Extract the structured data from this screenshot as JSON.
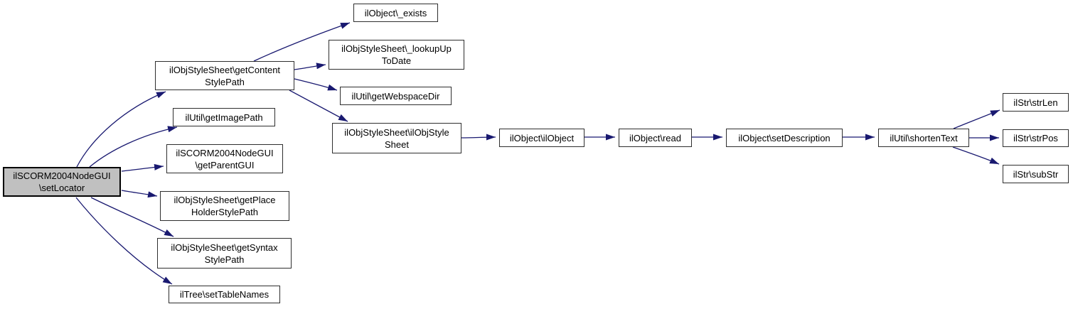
{
  "diagram": {
    "kind": "call-graph",
    "colors": {
      "background": "#ffffff",
      "edge": "#191970",
      "node_fill": "#ffffff",
      "node_border": "#2e2e2e",
      "root_fill": "#c0c0c0",
      "root_border": "#000000",
      "text": "#000000"
    },
    "nodes": [
      {
        "id": "setLocator",
        "label": "ilSCORM2004NodeGUI\\setLocator",
        "lines": [
          "ilSCORM2004NodeGUI",
          "\\setLocator"
        ],
        "root": true
      },
      {
        "id": "getContentStylePath",
        "label": "ilObjStyleSheet\\getContentStylePath",
        "lines": [
          "ilObjStyleSheet\\getContent",
          "StylePath"
        ]
      },
      {
        "id": "exists",
        "label": "ilObject\\_exists",
        "lines": [
          "ilObject\\_exists"
        ]
      },
      {
        "id": "lookupUpToDate",
        "label": "ilObjStyleSheet\\_lookupUpToDate",
        "lines": [
          "ilObjStyleSheet\\_lookupUp",
          "ToDate"
        ]
      },
      {
        "id": "getWebspaceDir",
        "label": "ilUtil\\getWebspaceDir",
        "lines": [
          "ilUtil\\getWebspaceDir"
        ]
      },
      {
        "id": "ilObjStyleSheetCtor",
        "label": "ilObjStyleSheet\\ilObjStyleSheet",
        "lines": [
          "ilObjStyleSheet\\ilObjStyle",
          "Sheet"
        ]
      },
      {
        "id": "ilObjectCtor",
        "label": "ilObject\\ilObject",
        "lines": [
          "ilObject\\ilObject"
        ]
      },
      {
        "id": "read",
        "label": "ilObject\\read",
        "lines": [
          "ilObject\\read"
        ]
      },
      {
        "id": "setDescription",
        "label": "ilObject\\setDescription",
        "lines": [
          "ilObject\\setDescription"
        ]
      },
      {
        "id": "shortenText",
        "label": "ilUtil\\shortenText",
        "lines": [
          "ilUtil\\shortenText"
        ]
      },
      {
        "id": "strLen",
        "label": "ilStr\\strLen",
        "lines": [
          "ilStr\\strLen"
        ]
      },
      {
        "id": "strPos",
        "label": "ilStr\\strPos",
        "lines": [
          "ilStr\\strPos"
        ]
      },
      {
        "id": "subStr",
        "label": "ilStr\\subStr",
        "lines": [
          "ilStr\\subStr"
        ]
      },
      {
        "id": "getImagePath",
        "label": "ilUtil\\getImagePath",
        "lines": [
          "ilUtil\\getImagePath"
        ]
      },
      {
        "id": "getParentGUI",
        "label": "ilSCORM2004NodeGUI\\getParentGUI",
        "lines": [
          "ilSCORM2004NodeGUI",
          "\\getParentGUI"
        ]
      },
      {
        "id": "getPlaceHolderStylePath",
        "label": "ilObjStyleSheet\\getPlaceHolderStylePath",
        "lines": [
          "ilObjStyleSheet\\getPlace",
          "HolderStylePath"
        ]
      },
      {
        "id": "getSyntaxStylePath",
        "label": "ilObjStyleSheet\\getSyntaxStylePath",
        "lines": [
          "ilObjStyleSheet\\getSyntax",
          "StylePath"
        ]
      },
      {
        "id": "setTableNames",
        "label": "ilTree\\setTableNames",
        "lines": [
          "ilTree\\setTableNames"
        ]
      }
    ],
    "edges": [
      {
        "from": "setLocator",
        "to": "getContentStylePath"
      },
      {
        "from": "setLocator",
        "to": "getImagePath"
      },
      {
        "from": "setLocator",
        "to": "getParentGUI"
      },
      {
        "from": "setLocator",
        "to": "getPlaceHolderStylePath"
      },
      {
        "from": "setLocator",
        "to": "getSyntaxStylePath"
      },
      {
        "from": "setLocator",
        "to": "setTableNames"
      },
      {
        "from": "getContentStylePath",
        "to": "exists"
      },
      {
        "from": "getContentStylePath",
        "to": "lookupUpToDate"
      },
      {
        "from": "getContentStylePath",
        "to": "getWebspaceDir"
      },
      {
        "from": "getContentStylePath",
        "to": "ilObjStyleSheetCtor"
      },
      {
        "from": "ilObjStyleSheetCtor",
        "to": "ilObjectCtor"
      },
      {
        "from": "ilObjectCtor",
        "to": "read"
      },
      {
        "from": "read",
        "to": "setDescription"
      },
      {
        "from": "setDescription",
        "to": "shortenText"
      },
      {
        "from": "shortenText",
        "to": "strLen"
      },
      {
        "from": "shortenText",
        "to": "strPos"
      },
      {
        "from": "shortenText",
        "to": "subStr"
      }
    ]
  }
}
